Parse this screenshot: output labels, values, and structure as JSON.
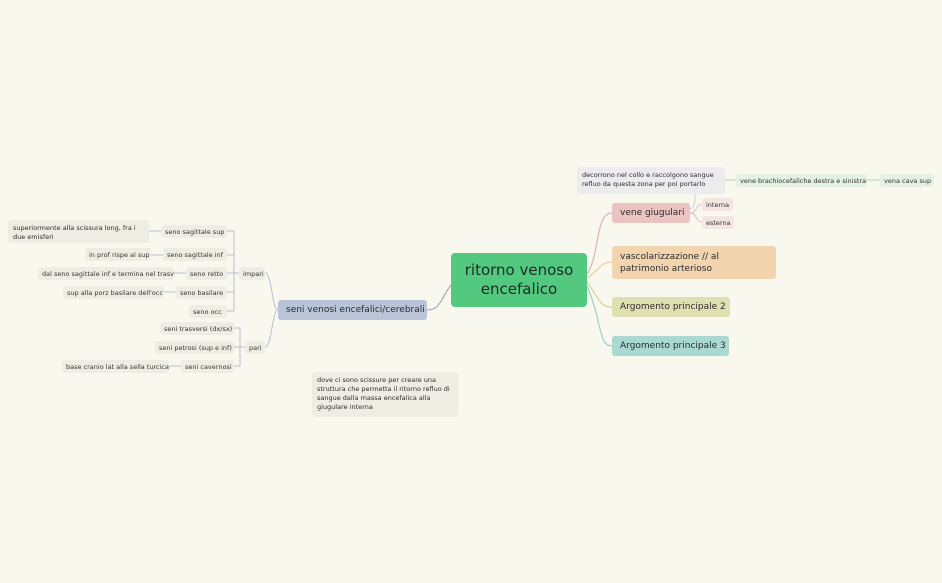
{
  "root": {
    "label": "ritorno venoso encefalico"
  },
  "branches": {
    "vene_giugulari": "vene giugulari",
    "vascolarizzazione": "vascolarizzazione // al patrimonio arterioso",
    "argomento2": "Argomento principale 2",
    "argomento3": "Argomento principale 3",
    "seni_venosi": "seni venosi encefalici/cerebrali"
  },
  "giugulari": {
    "decorrono": "decorrono nel collo e raccolgono sangue refluo da questa zona per poi portarlo",
    "brachiocefaliche": "vene brachiocefaliche destra e sinistra",
    "cava": "vena cava sup",
    "interna": "interna",
    "esterna": "esterna"
  },
  "seni": {
    "impari": "impari",
    "pari": "pari",
    "sagittale_sup": "seno sagittale sup",
    "sagittale_inf": "seno sagittale inf",
    "retto": "seno retto",
    "basilare": "seno basilare",
    "occ": "seno occ",
    "trasversi": "seni trasversi (dx/sx)",
    "petrosi": "seni petrosi (sup e inf)",
    "cavernosi": "seni cavernosi",
    "note_sagittale_sup": "superiormente alla scissura long, fra i due emisferi",
    "note_sagittale_inf": "in prof rispe al sup",
    "note_retto": "dal seno sagittale inf e termina nel trasv",
    "note_basilare": "sup alla porz basilare dell'occ",
    "note_cavernosi": "base cranio lat alla sella turcica"
  },
  "floating_note": "dove ci sono scissure per creare una struttura che permetta il ritorno refluo di sangue dalla massa encefalica alla giugulare interna",
  "colors": {
    "background": "#f9f8ee",
    "root": "#52c97f",
    "giugulari": "#ebc3c0",
    "vascolarizzazione": "#f2d4ae",
    "argomento2": "#dfe0b2",
    "argomento3": "#a9d9d0",
    "seni": "#b9c4d6"
  }
}
